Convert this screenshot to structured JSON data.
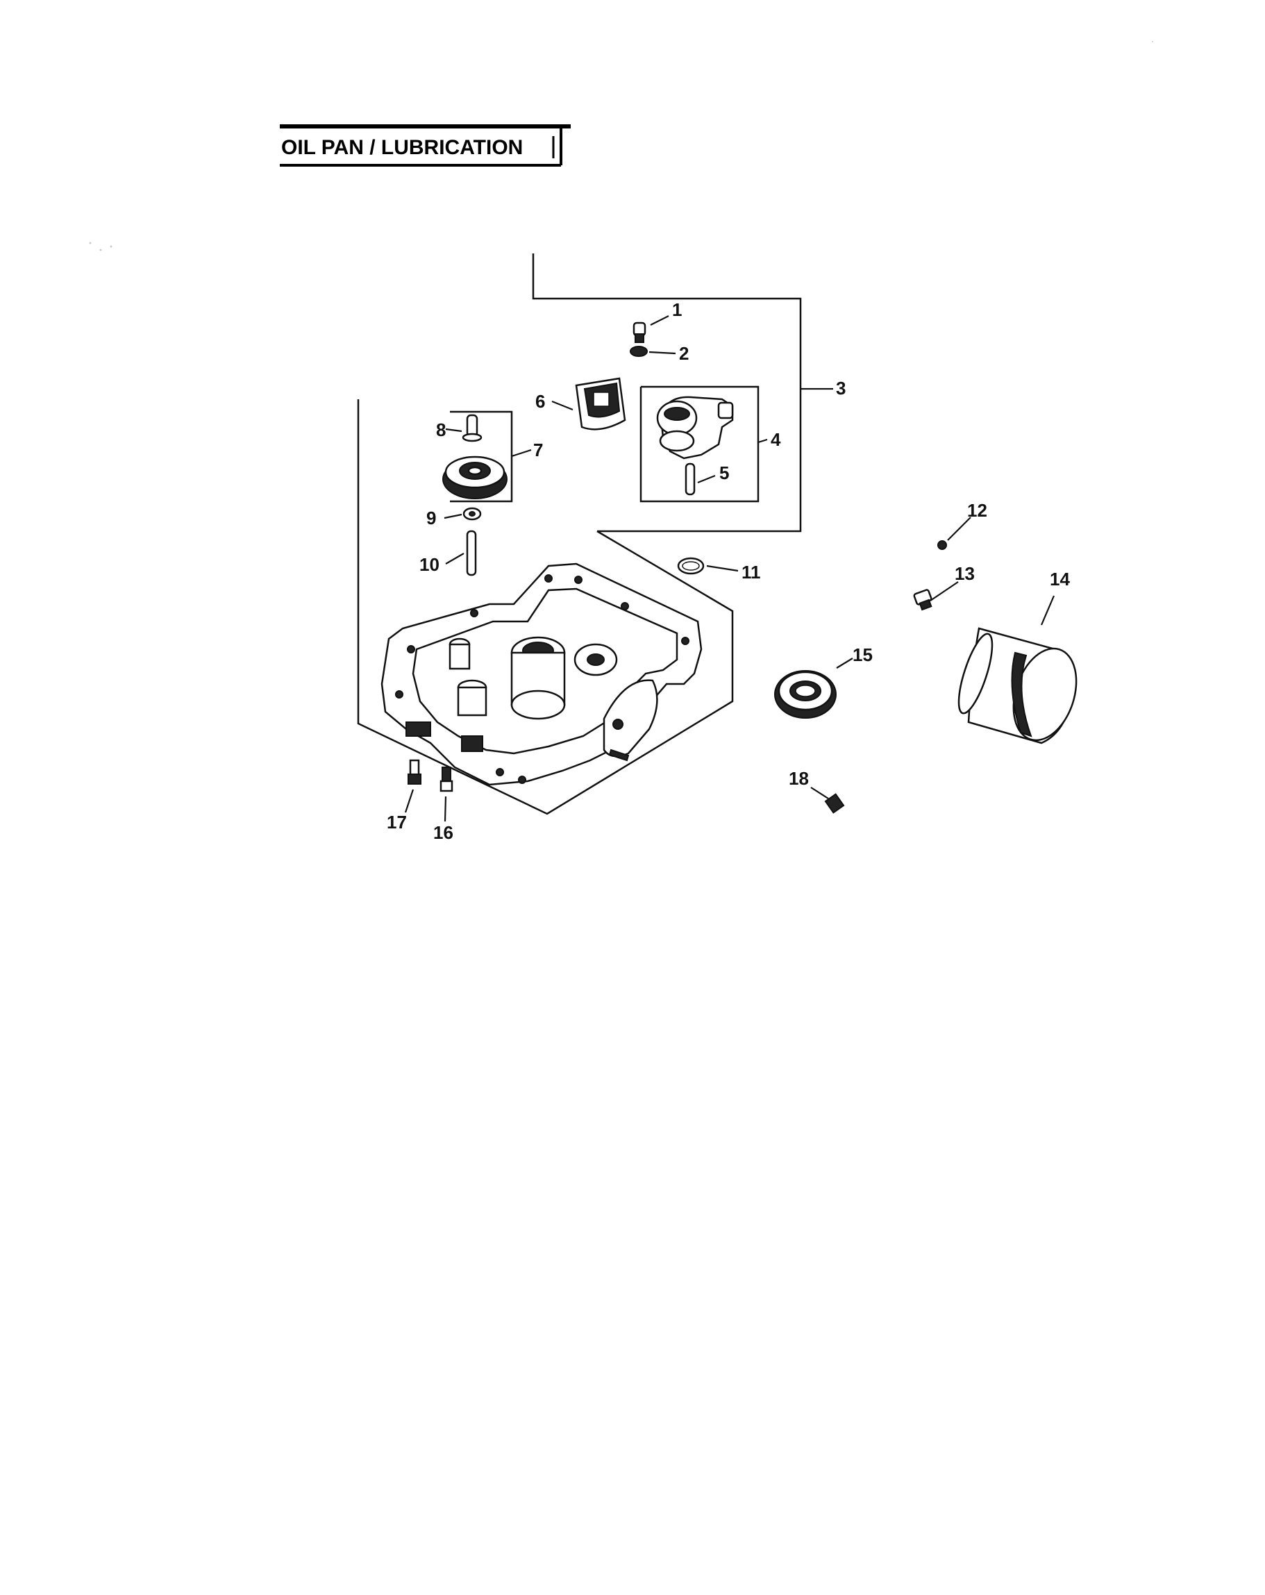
{
  "title": "OIL PAN / LUBRICATION",
  "callouts": {
    "c1": "1",
    "c2": "2",
    "c3": "3",
    "c4": "4",
    "c5": "5",
    "c6": "6",
    "c7": "7",
    "c8": "8",
    "c9": "9",
    "c10": "10",
    "c11": "11",
    "c12": "12",
    "c13": "13",
    "c14": "14",
    "c15": "15",
    "c16": "16",
    "c17": "17",
    "c18": "18"
  }
}
